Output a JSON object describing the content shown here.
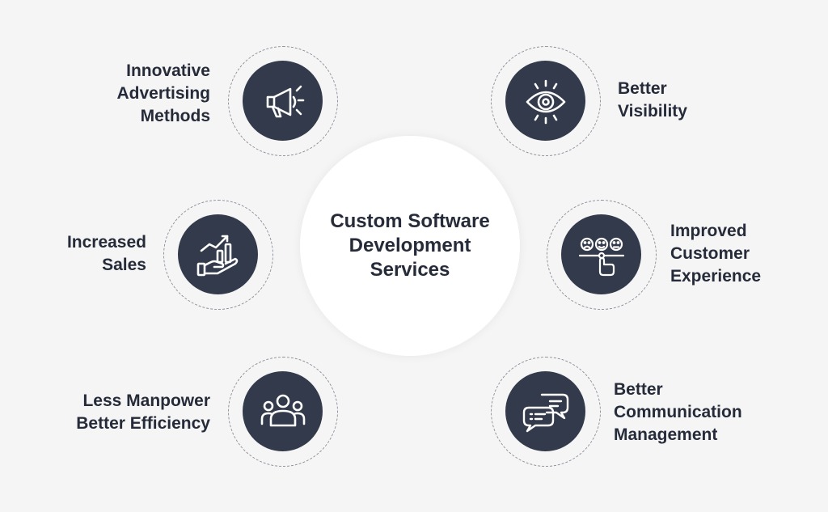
{
  "center": {
    "lines": [
      "Custom Software",
      "Development",
      "Services"
    ]
  },
  "items": [
    {
      "lines": [
        "Innovative",
        "Advertising",
        "Methods"
      ],
      "icon": "megaphone-icon"
    },
    {
      "lines": [
        "Better",
        "Visibility"
      ],
      "icon": "eye-icon"
    },
    {
      "lines": [
        "Increased",
        "Sales"
      ],
      "icon": "growth-hand-icon"
    },
    {
      "lines": [
        "Improved",
        "Customer",
        "Experience"
      ],
      "icon": "feedback-rating-icon"
    },
    {
      "lines": [
        "Less Manpower",
        "Better Efficiency"
      ],
      "icon": "team-icon"
    },
    {
      "lines": [
        "Better",
        "Communication",
        "Management"
      ],
      "icon": "chat-bubbles-icon"
    }
  ],
  "colors": {
    "background": "#f5f5f5",
    "disc": "#333a4c",
    "text": "#262b3a",
    "ring": "#8e929c"
  }
}
